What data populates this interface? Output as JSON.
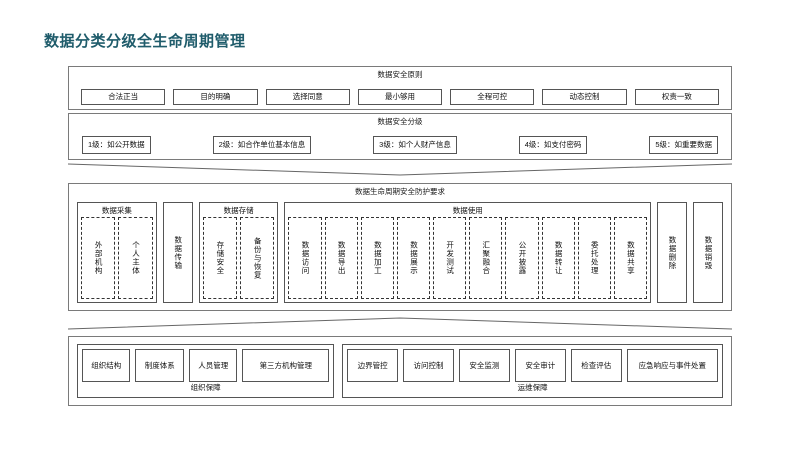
{
  "title": "数据分类分级全生命周期管理",
  "theme": {
    "title_color": "#1f5c6b",
    "border_color": "#555555",
    "panel_border": "#7a7a7a",
    "background": "#ffffff"
  },
  "sections": {
    "principles": {
      "title": "数据安全原则",
      "items": [
        "合法正当",
        "目的明确",
        "选择同意",
        "最小够用",
        "全程可控",
        "动态控制",
        "权责一致"
      ]
    },
    "classification": {
      "title": "数据安全分级",
      "items": [
        "1级：如公开数据",
        "2级：如合作单位基本信息",
        "3级：如个人财产信息",
        "4级：如支付密码",
        "5级：如重要数据"
      ]
    },
    "lifecycle": {
      "title": "数据生命周期安全防护要求",
      "groups": [
        {
          "label": "数据采集",
          "type": "grouped",
          "items": [
            "外部机构",
            "个人主体"
          ]
        },
        {
          "label": "数据传输",
          "type": "simple",
          "items": []
        },
        {
          "label": "数据存储",
          "type": "grouped",
          "items": [
            "存储安全",
            "备份与恢复"
          ]
        },
        {
          "label": "数据使用",
          "type": "grouped",
          "items": [
            "数据访问",
            "数据导出",
            "数据加工",
            "数据展示",
            "开发测试",
            "汇聚融合",
            "公开披露",
            "数据转让",
            "委托处理",
            "数据共享"
          ]
        },
        {
          "label": "数据删除",
          "type": "simple",
          "items": []
        },
        {
          "label": "数据销毁",
          "type": "simple",
          "items": []
        }
      ]
    },
    "guarantee": {
      "organization": {
        "label": "组织保障",
        "items": [
          "组织结构",
          "制度体系",
          "人员管理",
          "第三方机构管理"
        ]
      },
      "operations": {
        "label": "运维保障",
        "items": [
          "边界管控",
          "访问控制",
          "安全监测",
          "安全审计",
          "检查评估",
          "应急响应与事件处置"
        ]
      }
    }
  }
}
